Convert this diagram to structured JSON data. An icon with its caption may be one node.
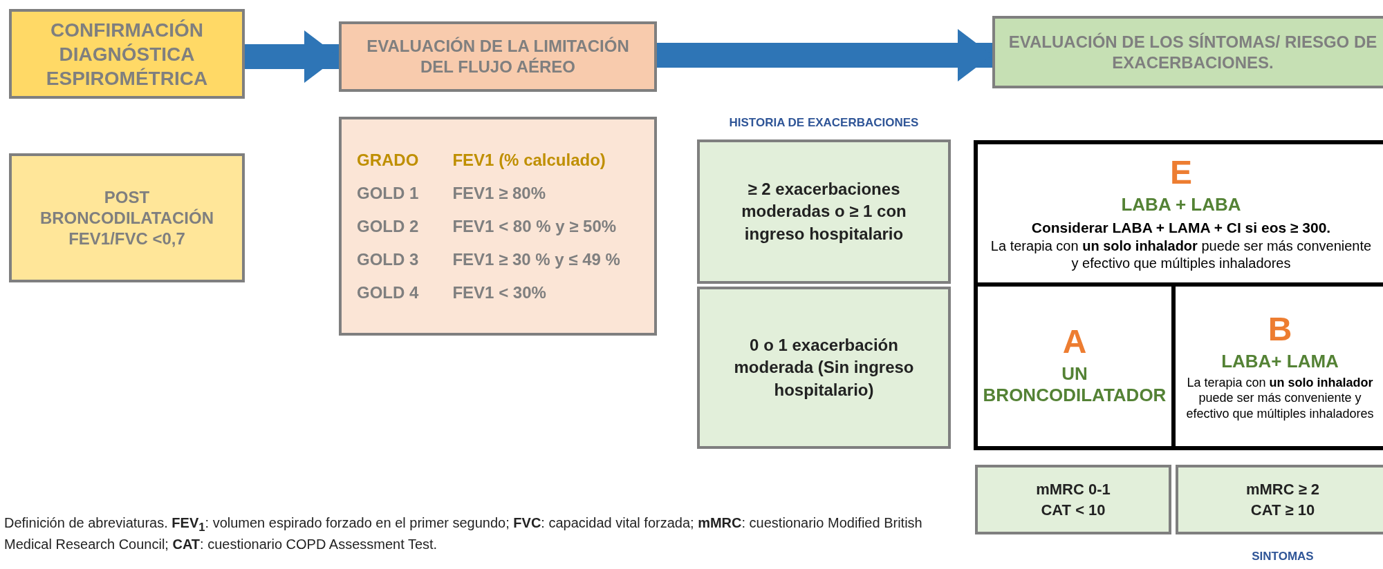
{
  "diagram": {
    "nodes": [
      {
        "text": [
          "CONFIRMACIÓN DIAGNÓSTICA ESPIROMÉTRICA"
        ]
      },
      {
        "text": [
          "EVALUACIÓN DE LA LIMITACIÓN DEL FLUJO AÉREO"
        ]
      },
      {
        "text": [
          "EVALUACIÓN DE LOS SÍNTOMAS/ RIESGO DE EXACERBACIONES."
        ]
      },
      {
        "text": [
          "POST BRONCODILATACIÓN FEV1/FVC <0,7"
        ]
      },
      {
        "text": [
          "GRADO",
          "FEV1 (% calculado)",
          "GOLD 1",
          "FEV1 ≥ 80%",
          "GOLD 2",
          "FEV1 < 80 % y ≥ 50%",
          "GOLD 3",
          "FEV1 ≥ 30 % y ≤ 49 %",
          "GOLD 4",
          "FEV1 < 30%"
        ]
      },
      {
        "text": [
          "≥ 2 exacerbaciones moderadas o ≥ 1 con ingreso hospitalario"
        ]
      },
      {
        "text": [
          "0 o 1 exacerbación moderada (Sin ingreso hospitalario)"
        ]
      },
      {
        "text": [
          "E",
          "LABA + LABA",
          "Considerar LABA + LAMA + CI si eos ≥ 300.",
          "La terapia con **un solo inhalador** puede ser más conveniente y efectivo que múltiples inhaladores"
        ]
      },
      {
        "text": [
          "A",
          "UN BRONCODILATADOR"
        ]
      },
      {
        "text": [
          "B",
          "LABA+ LAMA",
          "La terapia con **un solo inhalador** puede ser más conveniente y efectivo que múltiples inhaladores"
        ]
      },
      {
        "text": [
          "mMRC 0-1 CAT < 10"
        ]
      },
      {
        "text": [
          "mMRC ≥ 2 CAT ≥ 10"
        ]
      }
    ],
    "edges": [
      {
        "from": 0,
        "to": 1,
        "arrow": "to"
      },
      {
        "from": 1,
        "to": 2,
        "arrow": "to"
      }
    ],
    "labels": [
      "HISTORIA DE EXACERBACIONES",
      "Definición de abreviaturas. **FEV$_{1}$**: volumen espirado forzado en el primer segundo; **FVC**: capacidad vital forzada; **mMRC**: cuestionario Modified British Medical Research Council; **CAT**: cuestionario COPD Assessment Test.",
      "SINTOMAS"
    ]
  }
}
